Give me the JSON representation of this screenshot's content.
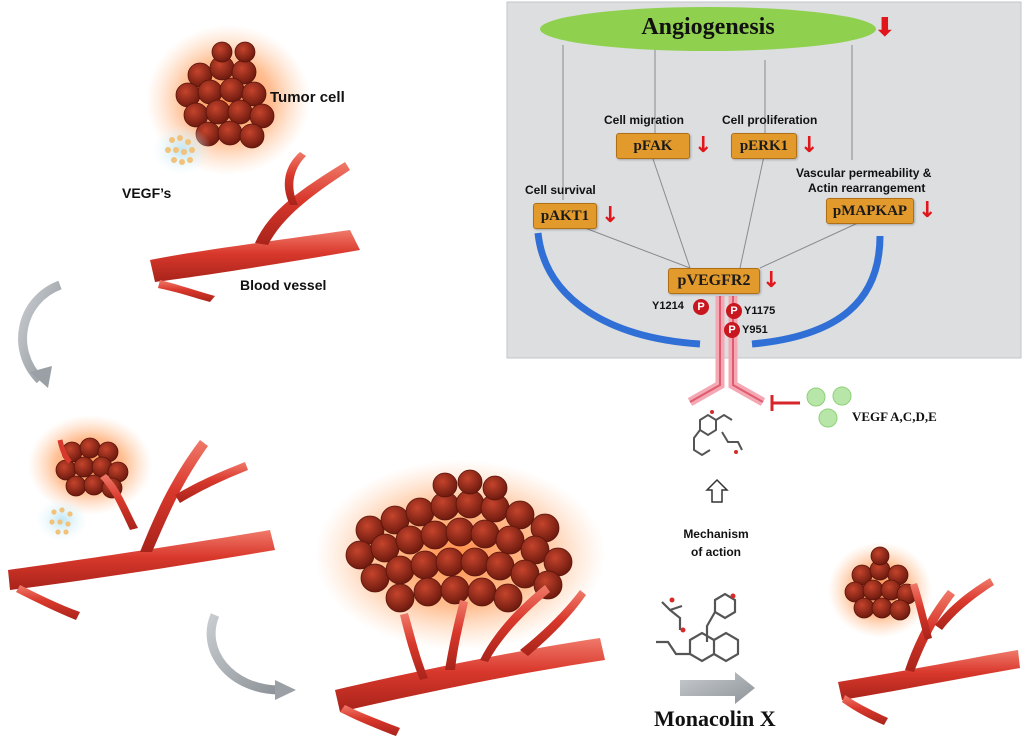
{
  "pathway": {
    "outcome": "Angiogenesis",
    "receptor": "pVEGFR2",
    "kinases": [
      {
        "label": "pAKT1",
        "function": "Cell survival"
      },
      {
        "label": "pFAK",
        "function": "Cell migration"
      },
      {
        "label": "pERK1",
        "function": "Cell proliferation"
      },
      {
        "label": "pMAPKAP",
        "function_line1": "Vascular permeability &",
        "function_line2": "Actin rearrangement"
      }
    ],
    "phospho_sites": [
      "Y1214",
      "Y1175",
      "Y951"
    ],
    "phospho_symbol": "P",
    "ligands": "VEGF A,C,D,E"
  },
  "left_panel": {
    "tumor_cell": "Tumor cell",
    "vegf": "VEGF’s",
    "blood_vessel": "Blood vessel"
  },
  "mechanism": {
    "line1": "Mechanism",
    "line2": "of action"
  },
  "compound": "Monacolin X",
  "colors": {
    "panel_bg": "#dcdee0",
    "ellipse": "#8fd14f",
    "kinase": "#e39a2d",
    "arc": "#2f6fd6",
    "down_arrow": "#e0161b",
    "vessel": "#d9382c",
    "tumor": "#8f2316",
    "ligand": "#b8e6a8"
  }
}
